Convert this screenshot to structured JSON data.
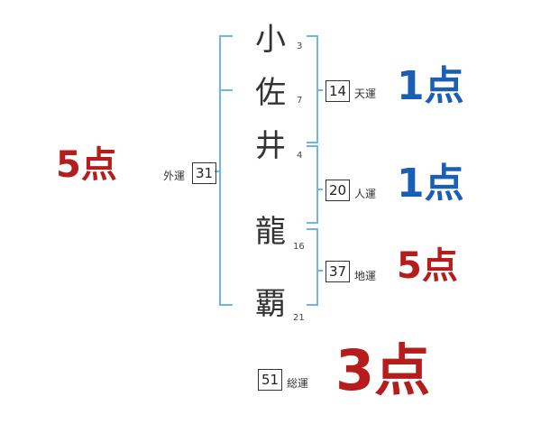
{
  "chars": [
    {
      "char": "小",
      "strokes": "3"
    },
    {
      "char": "佐",
      "strokes": "7"
    },
    {
      "char": "井",
      "strokes": "4"
    },
    {
      "char": "龍",
      "strokes": "16"
    },
    {
      "char": "覇",
      "strokes": "21"
    }
  ],
  "outer": {
    "label": "外運",
    "value": "31",
    "score": "5点"
  },
  "heaven": {
    "label": "天運",
    "value": "14",
    "score": "1点"
  },
  "person": {
    "label": "人運",
    "value": "20",
    "score": "1点"
  },
  "earth": {
    "label": "地運",
    "value": "37",
    "score": "5点"
  },
  "total": {
    "label": "総運",
    "value": "51",
    "score": "3点"
  },
  "colors": {
    "bracket": "#6fb6e0",
    "blue": "#1a5fb4",
    "red": "#b71c1c"
  }
}
